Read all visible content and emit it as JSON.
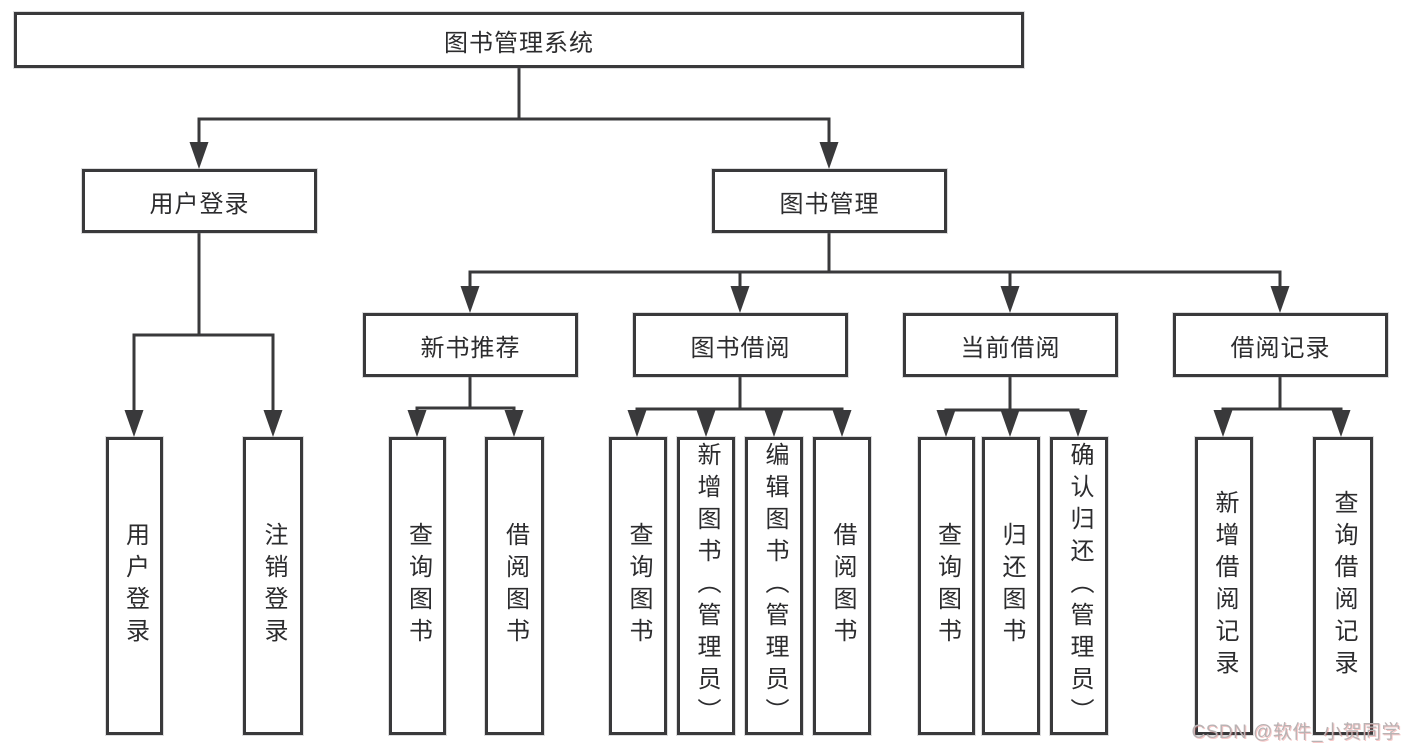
{
  "colors": {
    "line": "#39393b",
    "box_border": "#39393b",
    "box_fill": "#ffffff",
    "text": "#2c2c2e",
    "watermark": "#b9b3b4"
  },
  "watermark": {
    "text": "CSDN @软件_小贺同学"
  },
  "diagram": {
    "root": {
      "label": "图书管理系统"
    },
    "branches": [
      {
        "label": "用户登录",
        "children": [
          {
            "label": "用户登录"
          },
          {
            "label": "注销登录"
          }
        ]
      },
      {
        "label": "图书管理",
        "children": [
          {
            "label": "新书推荐",
            "children": [
              {
                "label": "查询图书"
              },
              {
                "label": "借阅图书"
              }
            ]
          },
          {
            "label": "图书借阅",
            "children": [
              {
                "label": "查询图书"
              },
              {
                "label": "新增图书（管理员）"
              },
              {
                "label": "编辑图书（管理员）"
              },
              {
                "label": "借阅图书"
              }
            ]
          },
          {
            "label": "当前借阅",
            "children": [
              {
                "label": "查询图书"
              },
              {
                "label": "归还图书"
              },
              {
                "label": "确认归还（管理员）"
              }
            ]
          },
          {
            "label": "借阅记录",
            "children": [
              {
                "label": "新增借阅记录"
              },
              {
                "label": "查询借阅记录"
              }
            ]
          }
        ]
      }
    ]
  }
}
